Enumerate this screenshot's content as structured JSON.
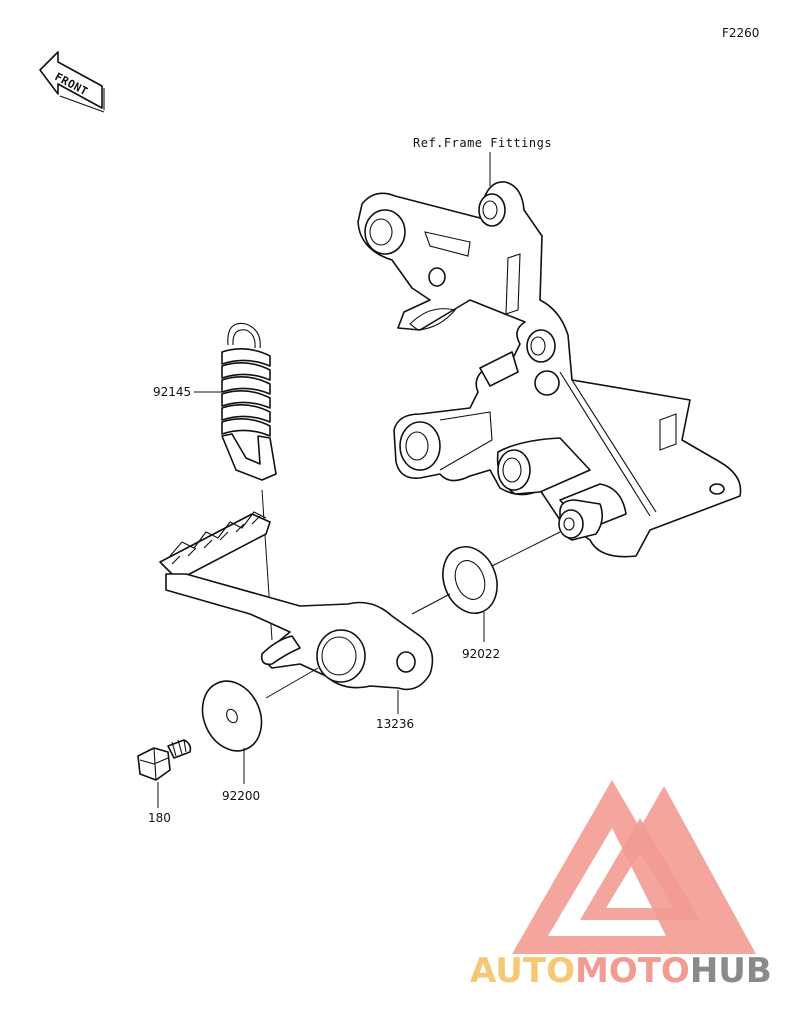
{
  "figure_code": "F2260",
  "front_badge": {
    "text": "FRONT",
    "icon": "front-arrow-icon"
  },
  "reference_label": "Ref.Frame Fittings",
  "parts": [
    {
      "number": "92145",
      "name": "spring"
    },
    {
      "number": "92022",
      "name": "washer"
    },
    {
      "number": "13236",
      "name": "brake pedal"
    },
    {
      "number": "92200",
      "name": "washer"
    },
    {
      "number": "180",
      "name": "bolt"
    }
  ],
  "watermark": {
    "part1": "AUTO",
    "part2": "MOTO",
    "part3": "HUB",
    "colors": {
      "auto": "#f7c873",
      "moto": "#f29b93",
      "hub": "#8a8a8a",
      "logo": "#f29b93"
    },
    "icon": "automotohub-logo-icon"
  }
}
